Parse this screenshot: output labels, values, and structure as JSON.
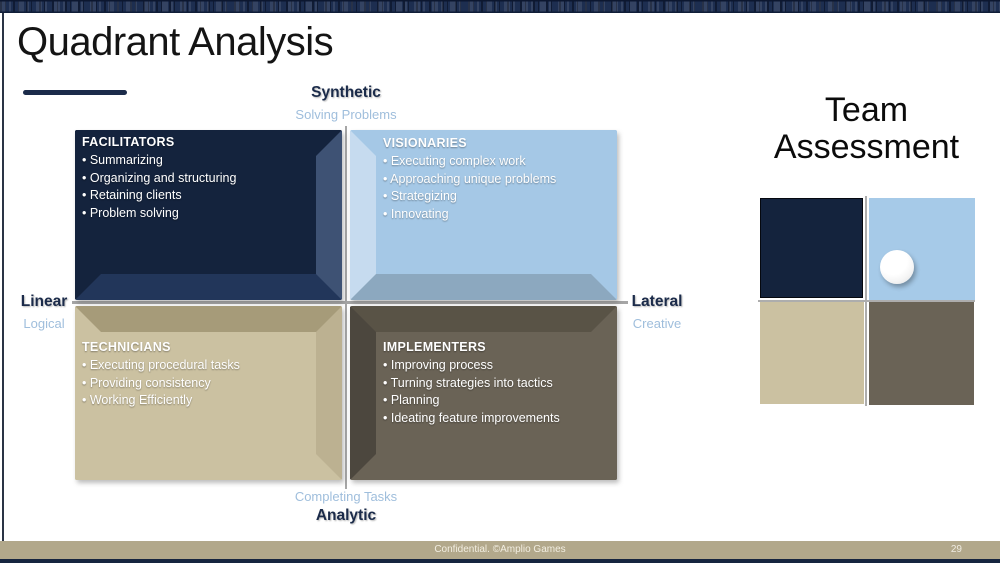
{
  "slide": {
    "title": "Quadrant Analysis"
  },
  "quadrant_chart": {
    "bullet_char": "•",
    "axes": {
      "top": {
        "label": "Synthetic",
        "sublabel": "Solving Problems"
      },
      "bottom": {
        "label": "Analytic",
        "sublabel": "Completing Tasks"
      },
      "left": {
        "label": "Linear",
        "sublabel": "Logical"
      },
      "right": {
        "label": "Lateral",
        "sublabel": "Creative"
      }
    },
    "quadrants": {
      "facilitators": {
        "title": "FACILITATORS",
        "items": [
          "Summarizing",
          "Organizing and structuring",
          "Retaining clients",
          "Problem solving"
        ],
        "color": "#14233D"
      },
      "visionaries": {
        "title": "VISIONARIES",
        "items": [
          "Executing complex work",
          "Approaching unique problems",
          "Strategizing",
          "Innovating"
        ],
        "color": "#A5C8E6"
      },
      "technicians": {
        "title": "TECHNICIANS",
        "items": [
          "Executing procedural tasks",
          "Providing consistency",
          "Working Efficiently"
        ],
        "color": "#CBC1A1"
      },
      "implementers": {
        "title": "IMPLEMENTERS",
        "items": [
          "Improving process",
          "Turning strategies into tactics",
          "Planning",
          "Ideating feature improvements"
        ],
        "color": "#6A6356"
      }
    }
  },
  "team_assessment": {
    "lines": [
      "Team",
      "Assessment"
    ],
    "marker_quadrant": "visionaries"
  },
  "footer": {
    "text": "Confidential. ©Amplio Games",
    "page_number": "29"
  },
  "colors": {
    "accent_navy": "#1B2B4A",
    "axis_sublabel_blue": "#9FBEDC",
    "quadrant_navy": "#14233D",
    "quadrant_light_blue": "#A5C8E6",
    "quadrant_tan": "#CBC1A1",
    "quadrant_taupe": "#6A6356",
    "footer_tan": "#B2A88B",
    "axis_line_gray": "#A6A6A6"
  }
}
